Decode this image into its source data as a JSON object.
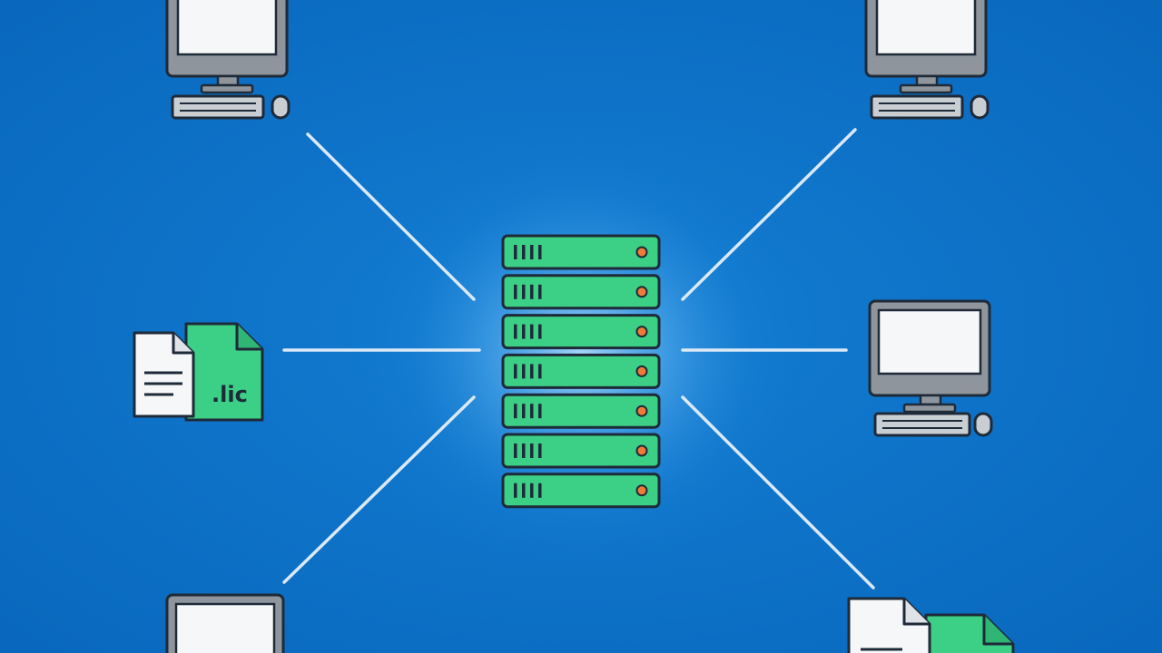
{
  "diagram": {
    "background_color": "#0b72c9",
    "line_color": "#dbe9f7",
    "outline_color": "#1e2a38",
    "server_color": "#3ccf86",
    "led_color": "#ef7b3a",
    "monitor_frame_color": "#8f959c",
    "screen_color": "#f6f7f8",
    "central_node": {
      "icon": "server-rack-icon",
      "unit_count": 7
    },
    "nodes": [
      {
        "id": "top-left",
        "icon": "desktop-computer-icon"
      },
      {
        "id": "top-right",
        "icon": "desktop-computer-icon"
      },
      {
        "id": "mid-left",
        "icon": "license-files-icon",
        "file_label": ".lic"
      },
      {
        "id": "mid-right",
        "icon": "desktop-computer-icon"
      },
      {
        "id": "bottom-left",
        "icon": "desktop-computer-icon"
      },
      {
        "id": "bottom-right",
        "icon": "files-icon"
      }
    ]
  }
}
